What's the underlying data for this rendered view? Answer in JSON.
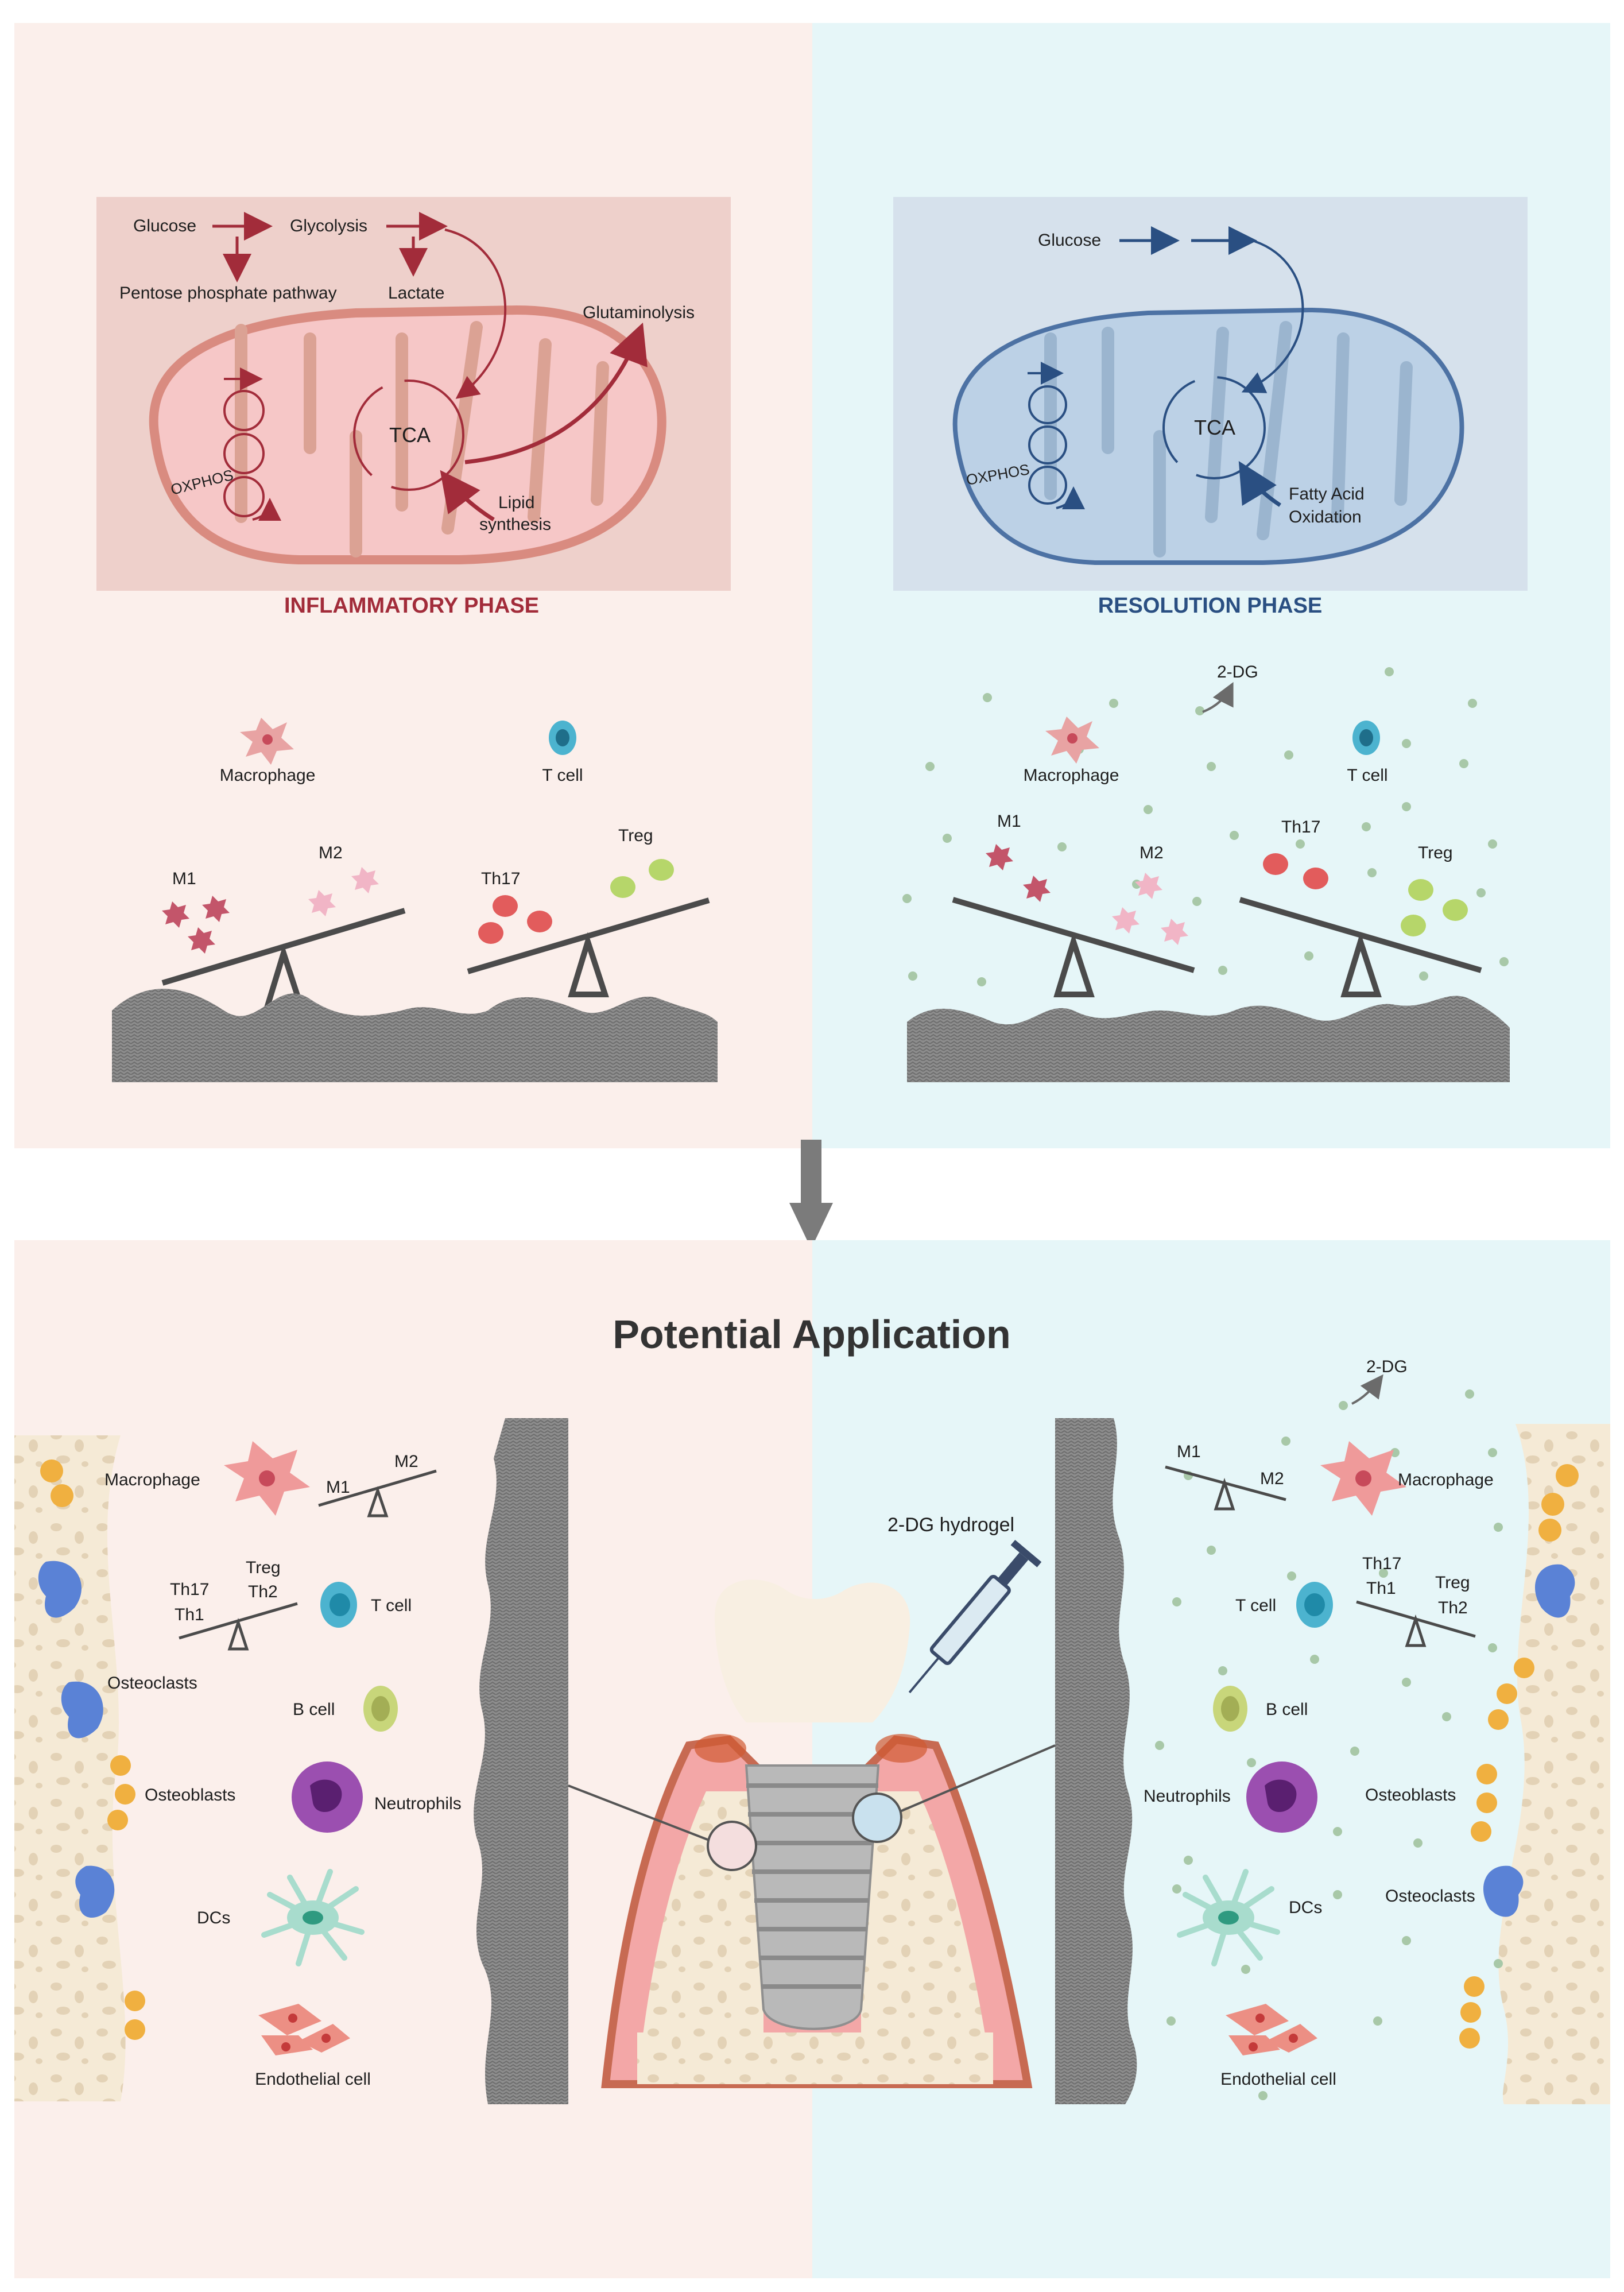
{
  "colors": {
    "pink_bg": "#fbefeb",
    "blue_bg": "#e6f6f8",
    "pink_box": "#eed0cb",
    "blue_box": "#d6e1ec",
    "red_accent": "#a22c3a",
    "blue_accent": "#2a4f82",
    "arrow_gray": "#7b7b7b",
    "tissue_gray": "#8f8f8f",
    "green_dot": "#a8c8a8"
  },
  "top_left": {
    "glucose": "Glucose",
    "glycolysis": "Glycolysis",
    "pentose": "Pentose phosphate pathway",
    "lactate": "Lactate",
    "glutaminolysis": "Glutaminolysis",
    "tca": "TCA",
    "oxphos": "OXPHOS",
    "lipid_line1": "Lipid",
    "lipid_line2": "synthesis",
    "phase_title": "INFLAMMATORY PHASE",
    "macrophage": "Macrophage",
    "tcell": "T cell",
    "m1": "M1",
    "m2": "M2",
    "th17": "Th17",
    "treg": "Treg"
  },
  "top_right": {
    "glucose": "Glucose",
    "tca": "TCA",
    "oxphos": "OXPHOS",
    "fao_line1": "Fatty Acid",
    "fao_line2": "Oxidation",
    "phase_title": "RESOLUTION PHASE",
    "drug": "2-DG",
    "macrophage": "Macrophage",
    "tcell": "T cell",
    "m1": "M1",
    "m2": "M2",
    "th17": "Th17",
    "treg": "Treg"
  },
  "bottom": {
    "title": "Potential Application",
    "hydrogel": "2-DG hydrogel",
    "left": {
      "macrophage": "Macrophage",
      "m1": "M1",
      "m2": "M2",
      "treg": "Treg",
      "th2": "Th2",
      "th17": "Th17",
      "th1": "Th1",
      "tcell": "T cell",
      "osteoclasts": "Osteoclasts",
      "bcell": "B cell",
      "osteoblasts": "Osteoblasts",
      "neutrophils": "Neutrophils",
      "dcs": "DCs",
      "endothelial": "Endothelial cell"
    },
    "right": {
      "drug": "2-DG",
      "m1": "M1",
      "m2": "M2",
      "macrophage": "Macrophage",
      "th17": "Th17",
      "th1": "Th1",
      "treg": "Treg",
      "th2": "Th2",
      "tcell": "T cell",
      "bcell": "B cell",
      "neutrophils": "Neutrophils",
      "osteoblasts": "Osteoblasts",
      "dcs": "DCs",
      "osteoclasts": "Osteoclasts",
      "endothelial": "Endothelial cell"
    }
  }
}
